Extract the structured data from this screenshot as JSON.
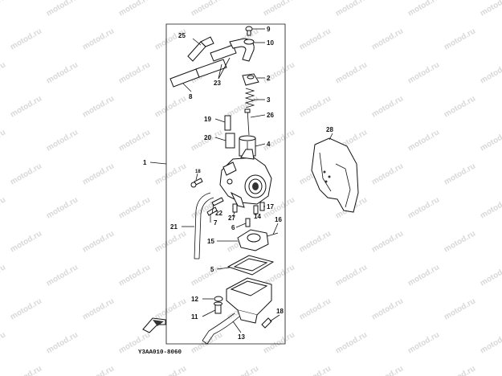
{
  "watermark": "motod.ru",
  "diagram_code": "Y3AA010-8060",
  "callouts": {
    "n1": "1",
    "n2": "2",
    "n3": "3",
    "n4": "4",
    "n5": "5",
    "n6": "6",
    "n7": "7",
    "n8": "8",
    "n9": "9",
    "n10": "10",
    "n11": "11",
    "n12": "12",
    "n13": "13",
    "n14": "14",
    "n15": "15",
    "n16": "16",
    "n17": "17",
    "n18": "18",
    "n18b": "18",
    "n19": "19",
    "n20": "20",
    "n21": "21",
    "n22": "22",
    "n23": "23",
    "n25": "25",
    "n26": "26",
    "n27": "27",
    "n28": "28"
  },
  "icons": {
    "fwd": "front-arrow-icon"
  }
}
